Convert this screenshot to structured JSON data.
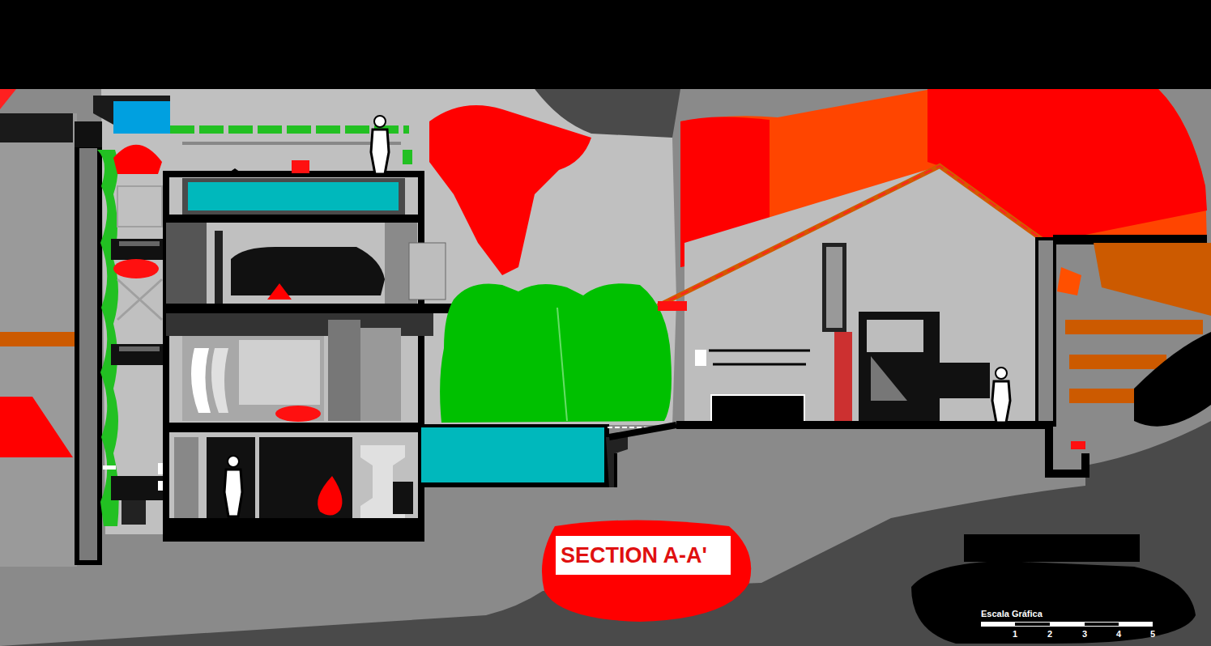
{
  "diagram": {
    "title": "SECTION A-A'",
    "labels": [
      "Escala Gráfica",
      "1",
      "2",
      "3",
      "4",
      "5"
    ]
  }
}
